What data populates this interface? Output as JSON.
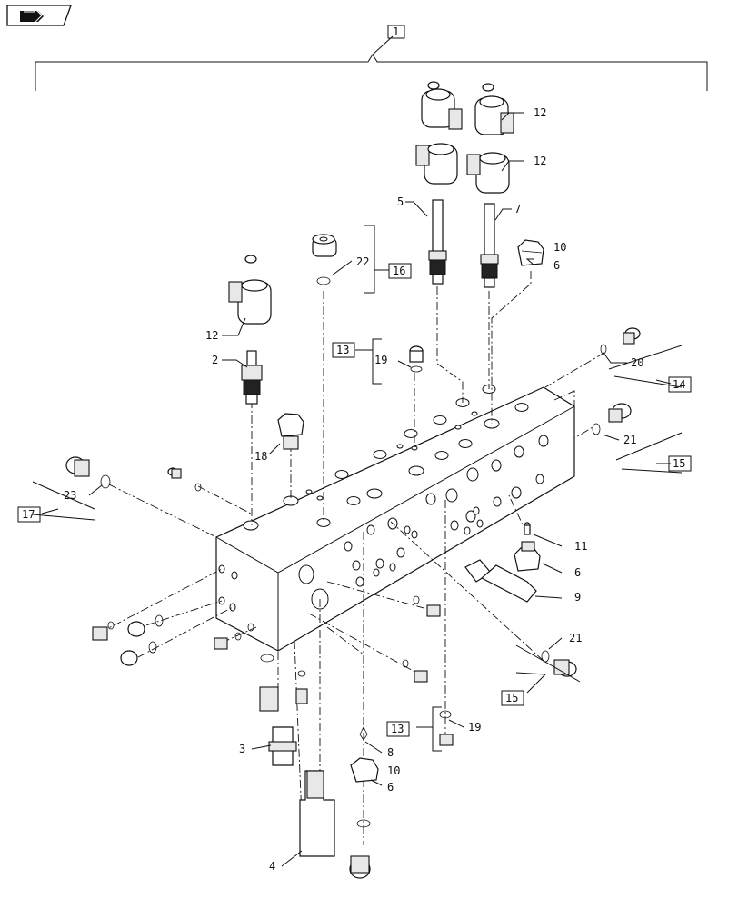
{
  "callouts": {
    "c1": "1",
    "c2": "2",
    "c3": "3",
    "c4": "4",
    "c5": "5",
    "c6a": "6",
    "c6b": "6",
    "c6c": "6",
    "c7": "7",
    "c8": "8",
    "c9": "9",
    "c10a": "10",
    "c10b": "10",
    "c11": "11",
    "c12a": "12",
    "c12b": "12",
    "c12c": "12",
    "c13a": "13",
    "c13b": "13",
    "c14": "14",
    "c15a": "15",
    "c15b": "15",
    "c16": "16",
    "c17": "17",
    "c18": "18",
    "c19a": "19",
    "c19b": "19",
    "c20": "20",
    "c21a": "21",
    "c21b": "21",
    "c22": "22",
    "c23": "23"
  },
  "colors": {
    "ink": "#111111",
    "paper": "#ffffff",
    "shade": "#e8e8e8"
  },
  "icons": {
    "nav": "arrow-nav-icon"
  }
}
